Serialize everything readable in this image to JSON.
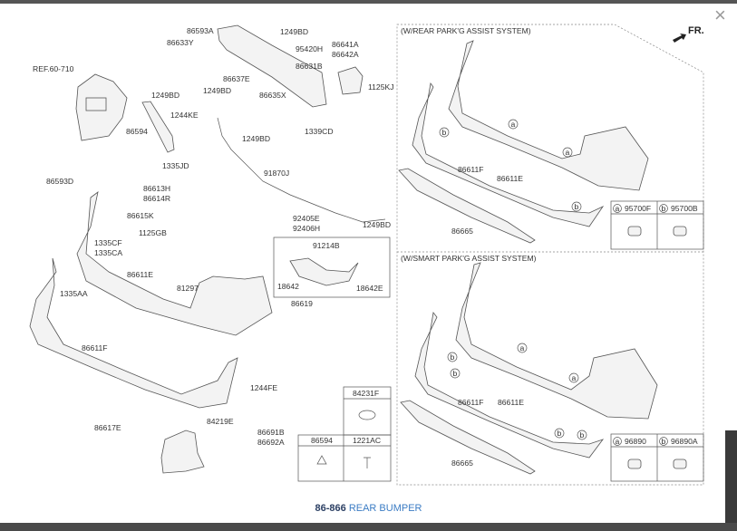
{
  "modal": {
    "close_label": "×"
  },
  "caption": {
    "code": "86-866",
    "name": "REAR BUMPER"
  },
  "diagram": {
    "labels": [
      "86593A",
      "86633Y",
      "1249BD",
      "95420H",
      "86641A",
      "86642A",
      "86631B",
      "REF.60-710",
      "1125KJ",
      "1249BD",
      "86637E",
      "1249BD",
      "86635X",
      "1244KE",
      "86594",
      "1339CD",
      "1249BD",
      "1335JD",
      "91870J",
      "86593D",
      "86613H",
      "86614R",
      "86615K",
      "1125GB",
      "1335CF",
      "1335CA",
      "92405E",
      "92406H",
      "1249BD",
      "91214B",
      "18642",
      "18642E",
      "86619",
      "1335AA",
      "86611E",
      "81297",
      "86611F",
      "1244FE",
      "86617E",
      "84219E",
      "86691B",
      "86692A"
    ],
    "legend_table": {
      "top": "84231F",
      "left": "86594",
      "right": "1221AC"
    },
    "direction": "FR.",
    "rear_assist": {
      "title": "(W/REAR PARK'G ASSIST SYSTEM)",
      "labels": [
        "86611F",
        "86611E",
        "86665"
      ],
      "callout_a": "a",
      "callout_b": "b",
      "sensor_a": "95700F",
      "sensor_b": "95700B"
    },
    "smart_assist": {
      "title": "(W/SMART PARK'G ASSIST SYSTEM)",
      "labels": [
        "86611F",
        "86611E",
        "86665"
      ],
      "callout_a": "a",
      "callout_b": "b",
      "sensor_a": "96890",
      "sensor_b": "96890A"
    }
  }
}
